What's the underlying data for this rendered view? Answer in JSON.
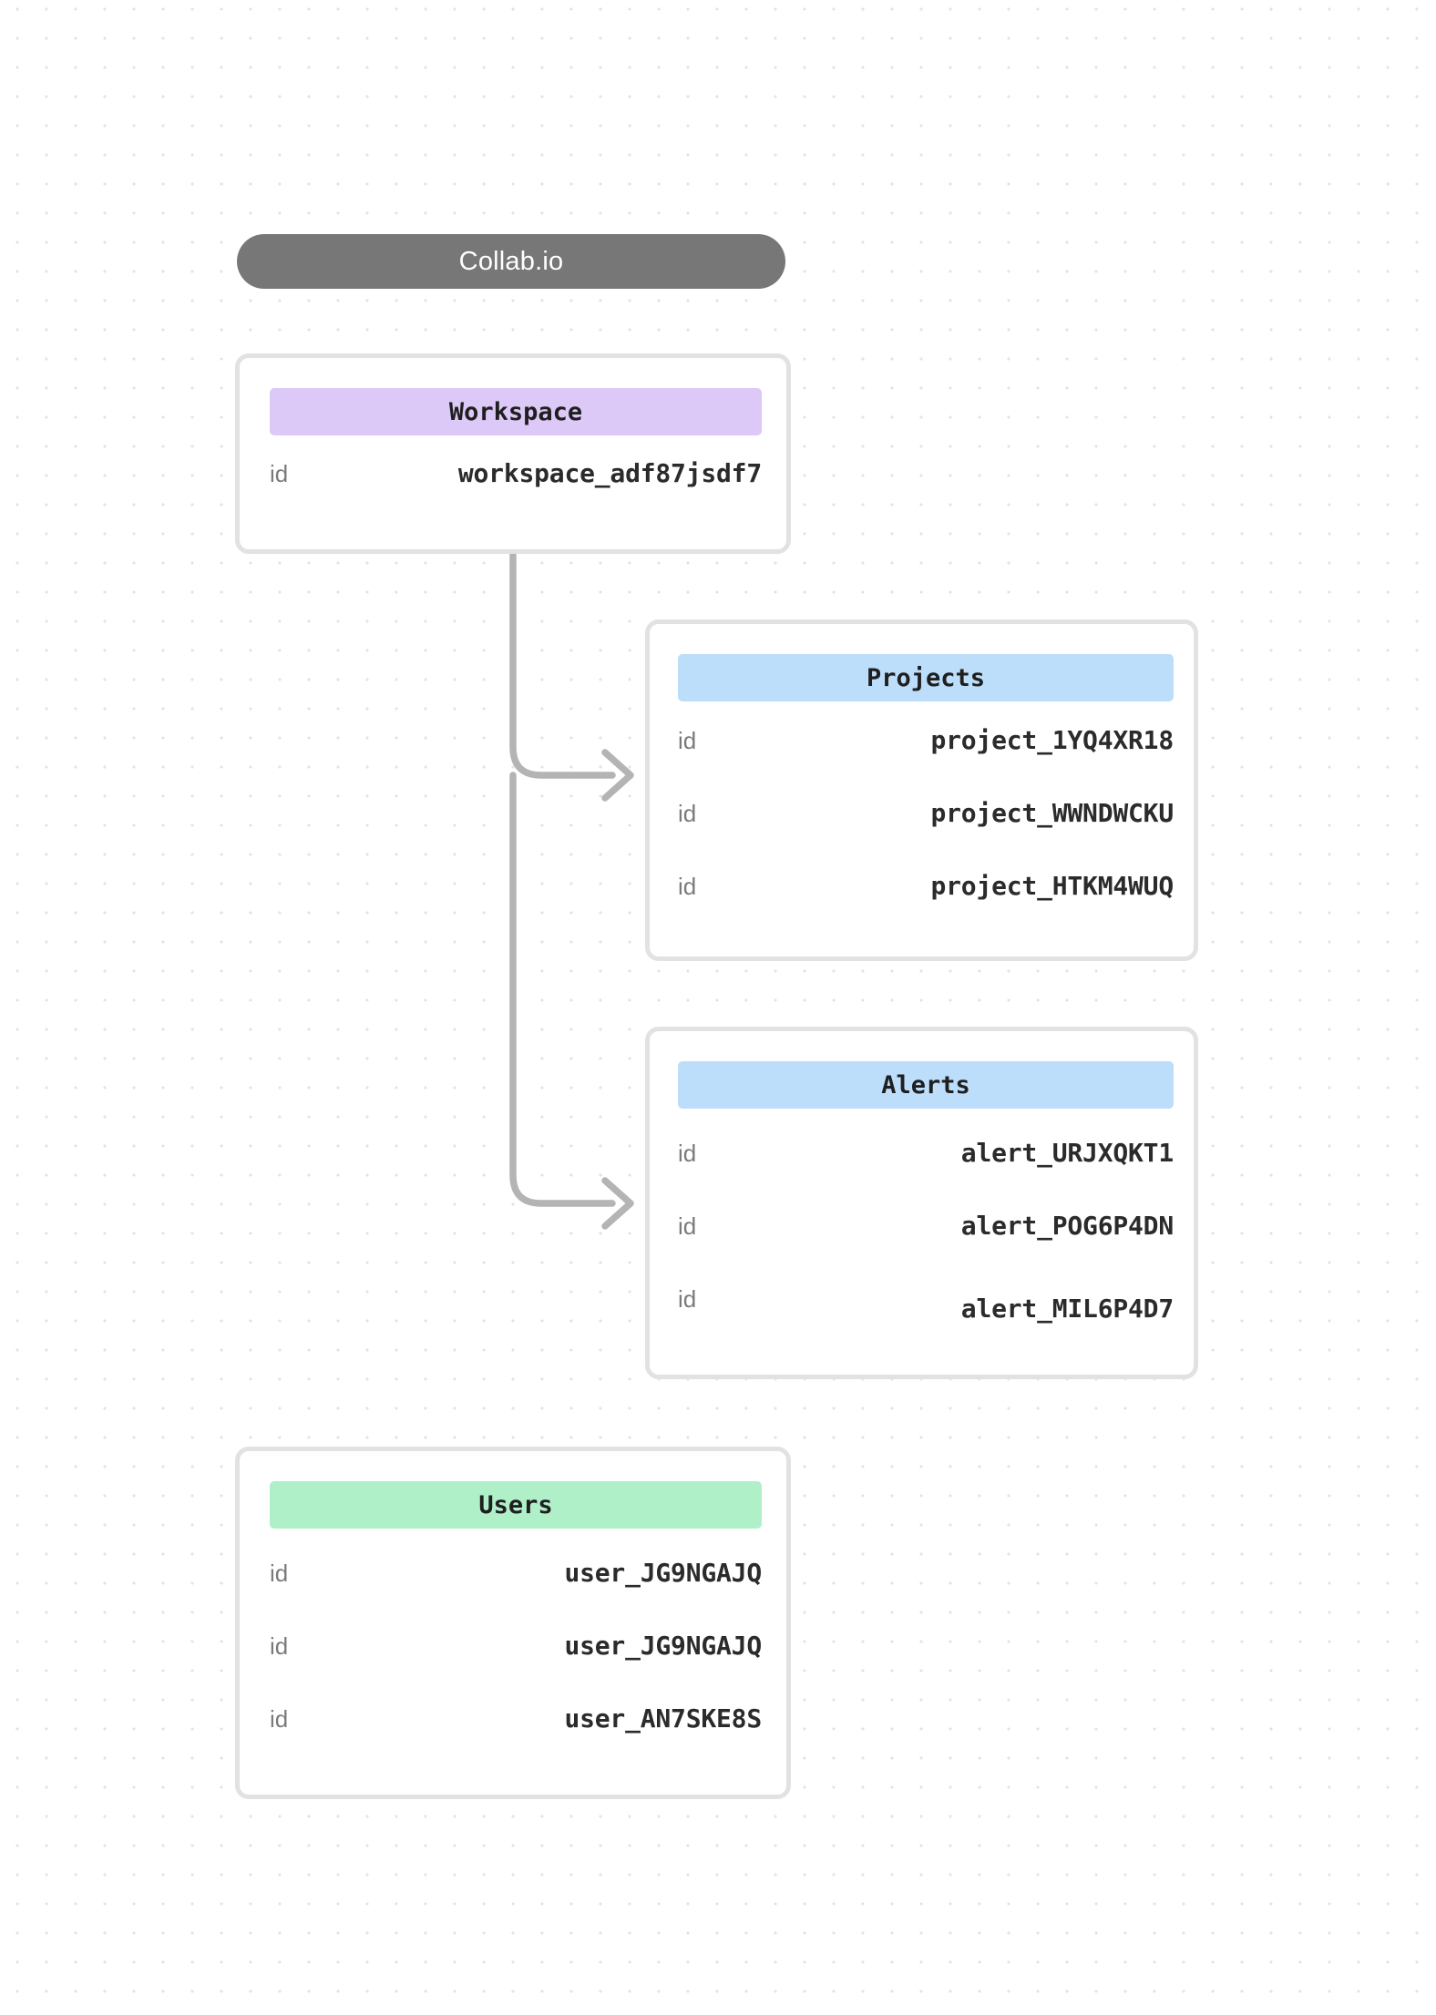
{
  "header": {
    "title": "Collab.io"
  },
  "colors": {
    "header_pill": "#777777",
    "workspace_chip": "#DDC9F7",
    "projects_chip": "#BCDEFB",
    "alerts_chip": "#BCDEFB",
    "users_chip": "#AFF0C8",
    "card_border": "#e2e2e2",
    "connector": "#b4b4b4",
    "background": "#ffffff",
    "grid_dot": "#e3e3e3"
  },
  "cards": [
    {
      "name": "workspace",
      "title": "Workspace",
      "rows": [
        {
          "key": "id",
          "value": "workspace_adf87jsdf7"
        }
      ]
    },
    {
      "name": "projects",
      "title": "Projects",
      "rows": [
        {
          "key": "id",
          "value": "project_1YQ4XR18"
        },
        {
          "key": "id",
          "value": "project_WWNDWCKU"
        },
        {
          "key": "id",
          "value": "project_HTKM4WUQ"
        }
      ]
    },
    {
      "name": "alerts",
      "title": "Alerts",
      "rows": [
        {
          "key": "id",
          "value": "alert_URJXQKT1"
        },
        {
          "key": "id",
          "value": "alert_POG6P4DN"
        },
        {
          "key": "id",
          "value": "alert_MIL6P4D7"
        }
      ]
    },
    {
      "name": "users",
      "title": "Users",
      "rows": [
        {
          "key": "id",
          "value": "user_JG9NGAJQ"
        },
        {
          "key": "id",
          "value": "user_JG9NGAJQ"
        },
        {
          "key": "id",
          "value": "user_AN7SKE8S"
        }
      ]
    }
  ],
  "connectors": [
    {
      "name": "workspace-to-projects",
      "from": "workspace",
      "to": "projects"
    },
    {
      "name": "workspace-to-alerts",
      "from": "workspace",
      "to": "alerts"
    }
  ]
}
